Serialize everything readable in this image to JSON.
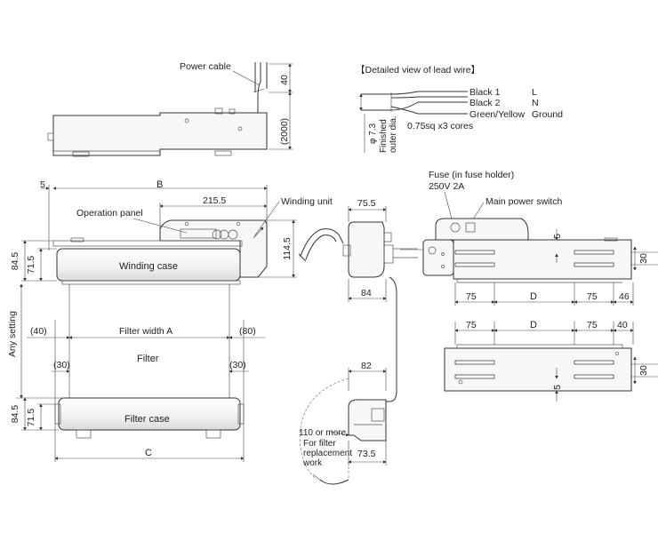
{
  "labels": {
    "power_cable": "Power cable",
    "detail_title": "【Detailed view of lead wire】",
    "black1": "Black 1",
    "black2": "Black 2",
    "green_yellow": "Green/Yellow",
    "term_l": "L",
    "term_n": "N",
    "term_ground": "Ground",
    "wire_spec": "0.75sq x3 cores",
    "outer_dia": "φ 7.3",
    "finished_line1": "Finished",
    "finished_line2": "outer dia.",
    "fuse_line1": "Fuse (in fuse holder)",
    "fuse_line2": "250V 2A",
    "main_power_switch": "Main power switch",
    "winding_unit": "Winding unit",
    "operation_panel": "Operation panel",
    "winding_case": "Winding case",
    "filter_width": "Filter width A",
    "filter": "Filter",
    "filter_case": "Filter case",
    "any_setting": "Any setting",
    "dim_b": "B",
    "dim_c": "C",
    "dim_d_top": "D",
    "dim_d_bottom": "D",
    "clearance_line1": "110 or more",
    "clearance_line2": "For filter",
    "clearance_line3": "replacement",
    "clearance_line4": "work"
  },
  "dimensions": {
    "cable_40": "40",
    "cable_2000": "(2000)",
    "d5": "5",
    "d215_5": "215.5",
    "d84_5_top": "84.5",
    "d71_5_top": "71.5",
    "d114_5": "114.5",
    "d75_5": "75.5",
    "d84": "84",
    "d40_left": "(40)",
    "d80": "(80)",
    "d30_left": "(30)",
    "d30_right": "(30)",
    "d84_5_bottom": "84.5",
    "d71_5_bottom": "71.5",
    "d82": "82",
    "d73_5": "73.5",
    "d5_right": "5",
    "d30_side_top": "30",
    "d75_a": "75",
    "d75_b": "75",
    "d46": "46",
    "d75_c": "75",
    "d75_d": "75",
    "d40_right": "40",
    "d30_side_bottom": "30",
    "d5_bottom": "5"
  }
}
